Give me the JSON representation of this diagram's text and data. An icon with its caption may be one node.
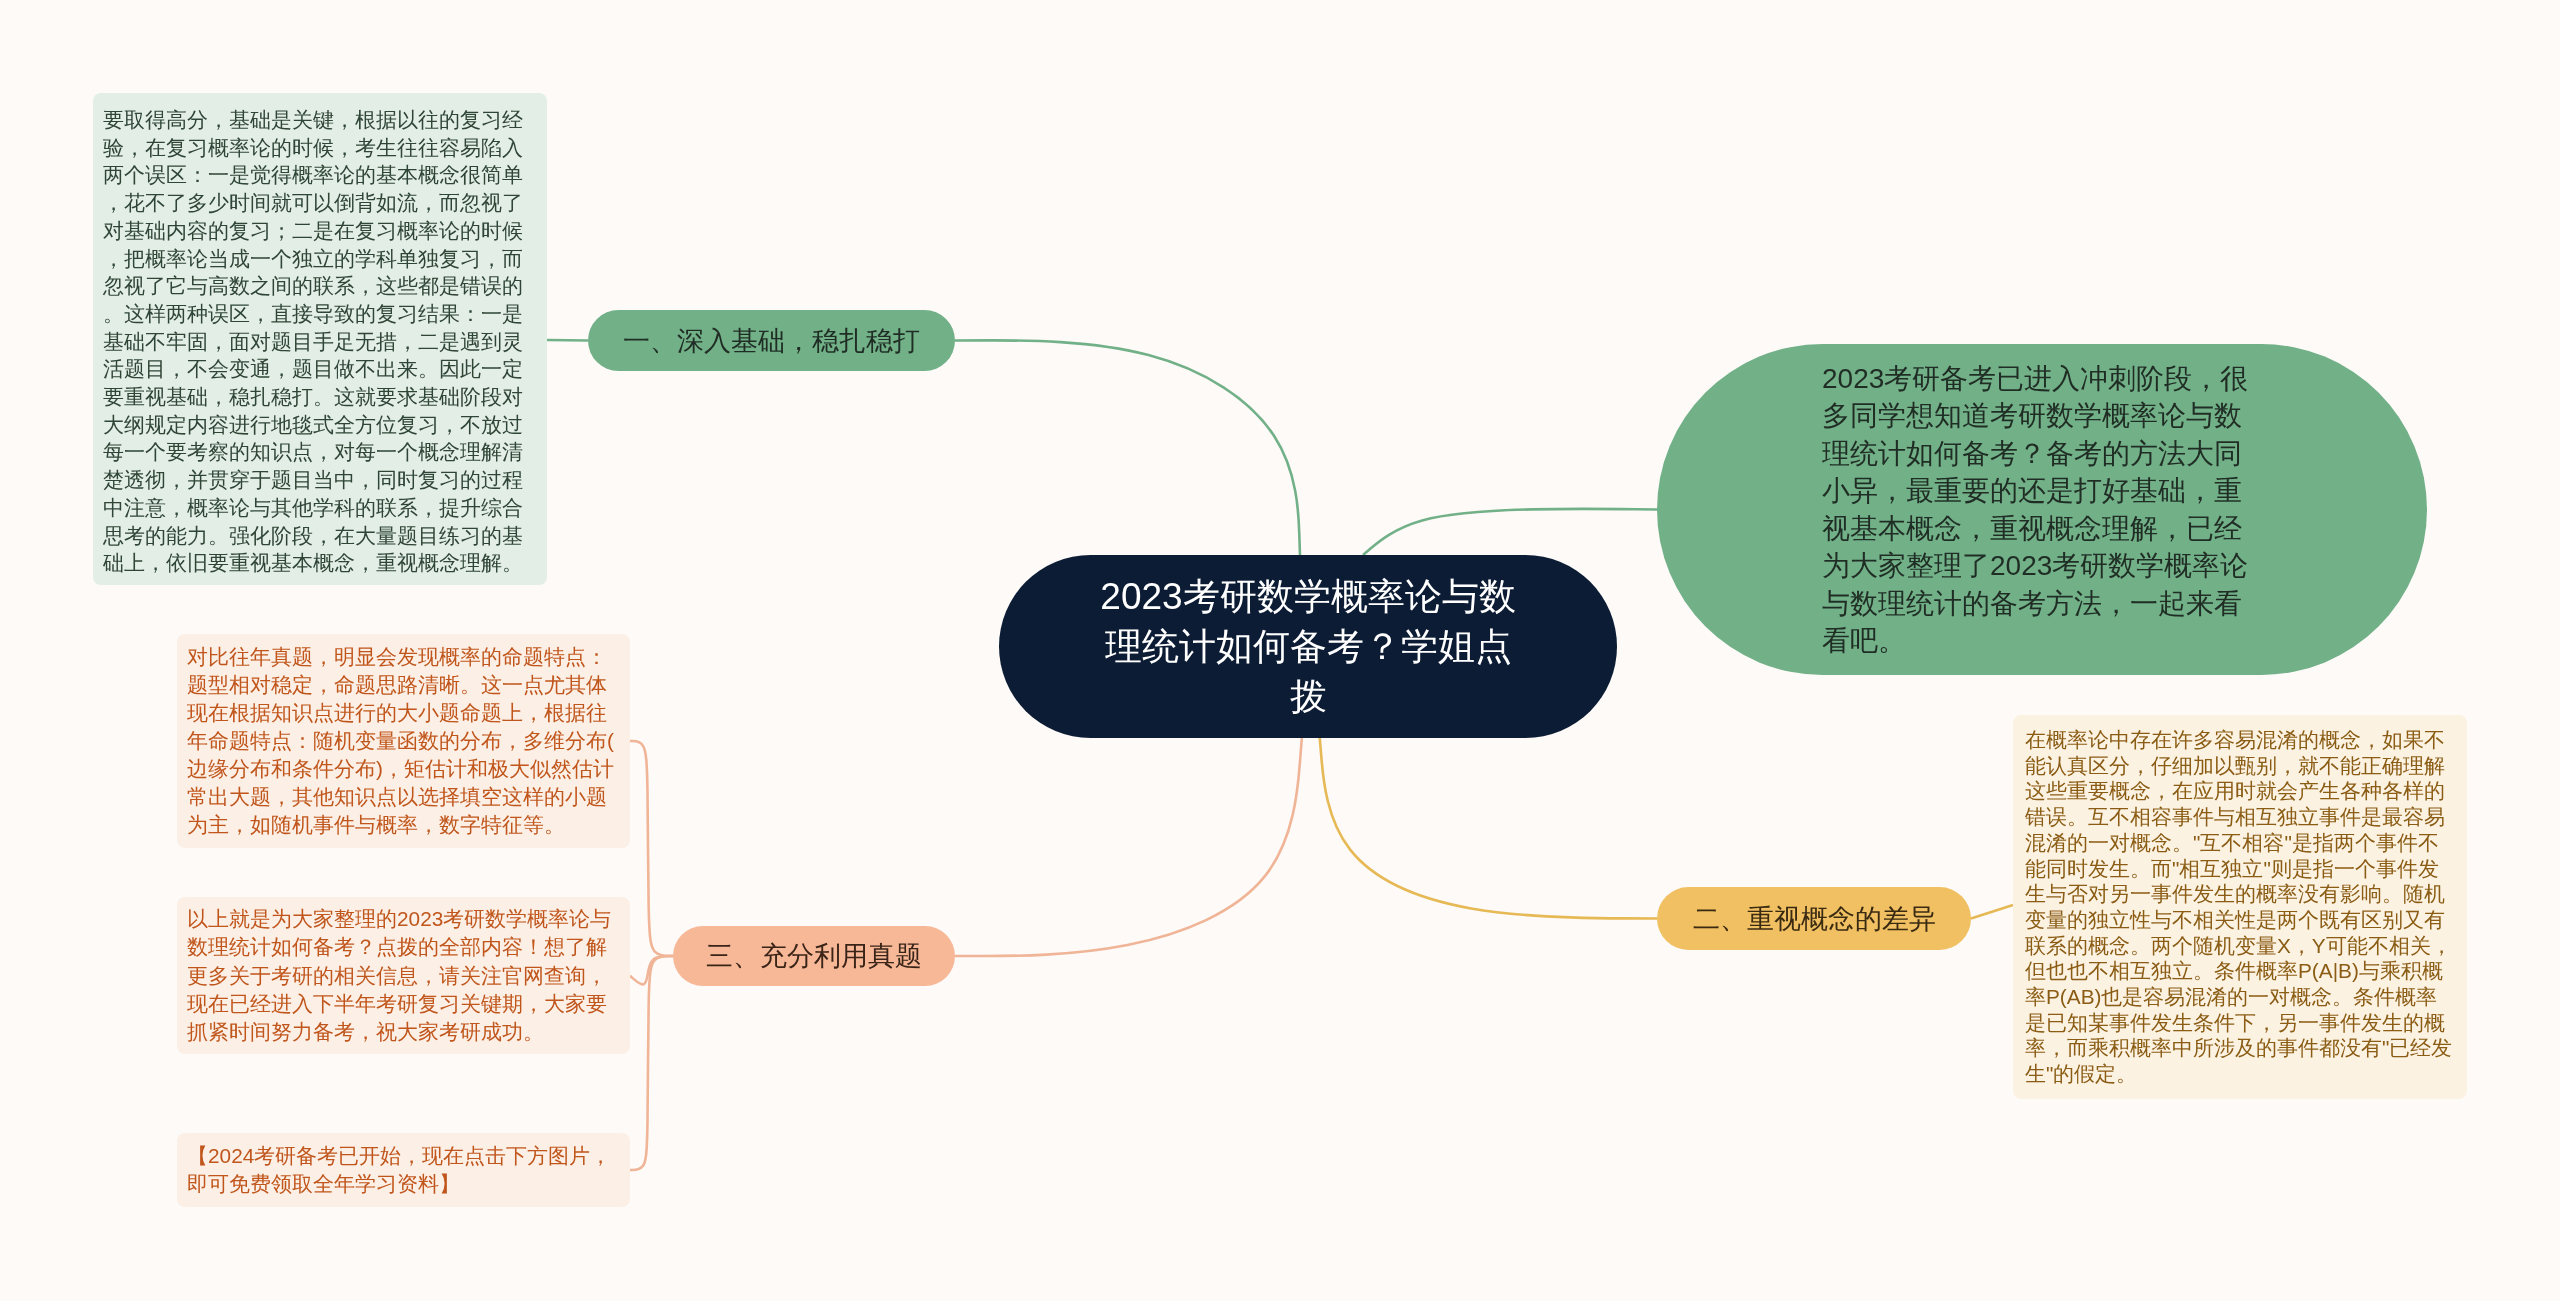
{
  "diagram": {
    "nodes": [
      {
        "text": [
          "2023考研数学概率论与数理统计如何备考？学姐点拨"
        ]
      },
      {
        "text": [
          "一、深入基础，稳扎稳打"
        ]
      },
      {
        "text": [
          "要取得高分，基础是关键，根据以往的复习经验，在复习概率论的时候，考生往往容易陷入两个误区：一是觉得概率论的基本概念很简单，花不了多少时间就可以倒背如流，而忽视了对基础内容的复习；二是在复习概率论的时候，把概率论当成一个独立的学科单独复习，而忽视了它与高数之间的联系，这些都是错误的。这样两种误区，直接导致的复习结果：一是基础不牢固，面对题目手足无措，二是遇到灵活题目，不会变通，题目做不出来。因此一定要重视基础，稳扎稳打。这就要求基础阶段对大纲规定内容进行地毯式全方位复习，不放过每一个要考察的知识点，对每一个概念理解清楚透彻，并贯穿于题目当中，同时复习的过程中注意，概率论与其他学科的联系，提升综合思考的能力。强化阶段，在大量题目练习的基础上，依旧要重视基本概念，重视概念理解。"
        ]
      },
      {
        "text": [
          "2023考研备考已进入冲刺阶段，很多同学想知道考研数学概率论与数理统计如何备考？备考的方法大同小异，最重要的还是打好基础，重视基本概念，重视概念理解，已经为大家整理了2023考研数学概率论与数理统计的备考方法，一起来看看吧。"
        ]
      },
      {
        "text": [
          "二、重视概念的差异"
        ]
      },
      {
        "text": [
          "在概率论中存在许多容易混淆的概念，如果不能认真区分，仔细加以甄别，就不能正确理解这些重要概念，在应用时就会产生各种各样的错误。互不相容事件与相互独立事件是最容易混淆的一对概念。\"互不相容\"是指两个事件不能同时发生。而\"相互独立\"则是指一个事件发生与否对另一事件发生的概率没有影响。随机变量的独立性与不相关性是两个既有区别又有联系的概念。两个随机变量X，Y可能不相关，但也也不相互独立。条件概率P(A|B)与乘积概率P(AB)也是容易混淆的一对概念。条件概率是已知某事件发生条件下，另一事件发生的概率，而乘积概率中所涉及的事件都没有\"已经发生\"的假定。"
        ]
      },
      {
        "text": [
          "三、充分利用真题"
        ]
      },
      {
        "text": [
          "对比往年真题，明显会发现概率的命题特点：题型相对稳定，命题思路清晰。这一点尤其体现在根据知识点进行的大小题命题上，根据往年命题特点：随机变量函数的分布，多维分布(边缘分布和条件分布)，矩估计和极大似然估计常出大题，其他知识点以选择填空这样的小题为主，如随机事件与概率，数字特征等。"
        ]
      },
      {
        "text": [
          "以上就是为大家整理的2023考研数学概率论与数理统计如何备考？点拨的全部内容！想了解更多关于考研的相关信息，请关注官网查询，现在已经进入下半年考研复习关键期，大家要抓紧时间努力备考，祝大家考研成功。"
        ]
      },
      {
        "text": [
          "【2024考研备考已开始，现在点击下方图片，即可免费领取全年学习资料】"
        ]
      }
    ],
    "edges": [
      {
        "from": 0,
        "to": 1,
        "arrow": "none",
        "color": "#72b088"
      },
      {
        "from": 1,
        "to": 2,
        "arrow": "none",
        "color": "#72b088"
      },
      {
        "from": 0,
        "to": 3,
        "arrow": "none",
        "color": "#72b088"
      },
      {
        "from": 0,
        "to": 4,
        "arrow": "none",
        "color": "#e6b955"
      },
      {
        "from": 4,
        "to": 5,
        "arrow": "none",
        "color": "#e6b955"
      },
      {
        "from": 0,
        "to": 6,
        "arrow": "none",
        "color": "#f0b497"
      },
      {
        "from": 6,
        "to": 7,
        "arrow": "none",
        "color": "#f0b497"
      },
      {
        "from": 6,
        "to": 8,
        "arrow": "none",
        "color": "#f0b497"
      },
      {
        "from": 6,
        "to": 9,
        "arrow": "none",
        "color": "#f0b497"
      }
    ]
  }
}
